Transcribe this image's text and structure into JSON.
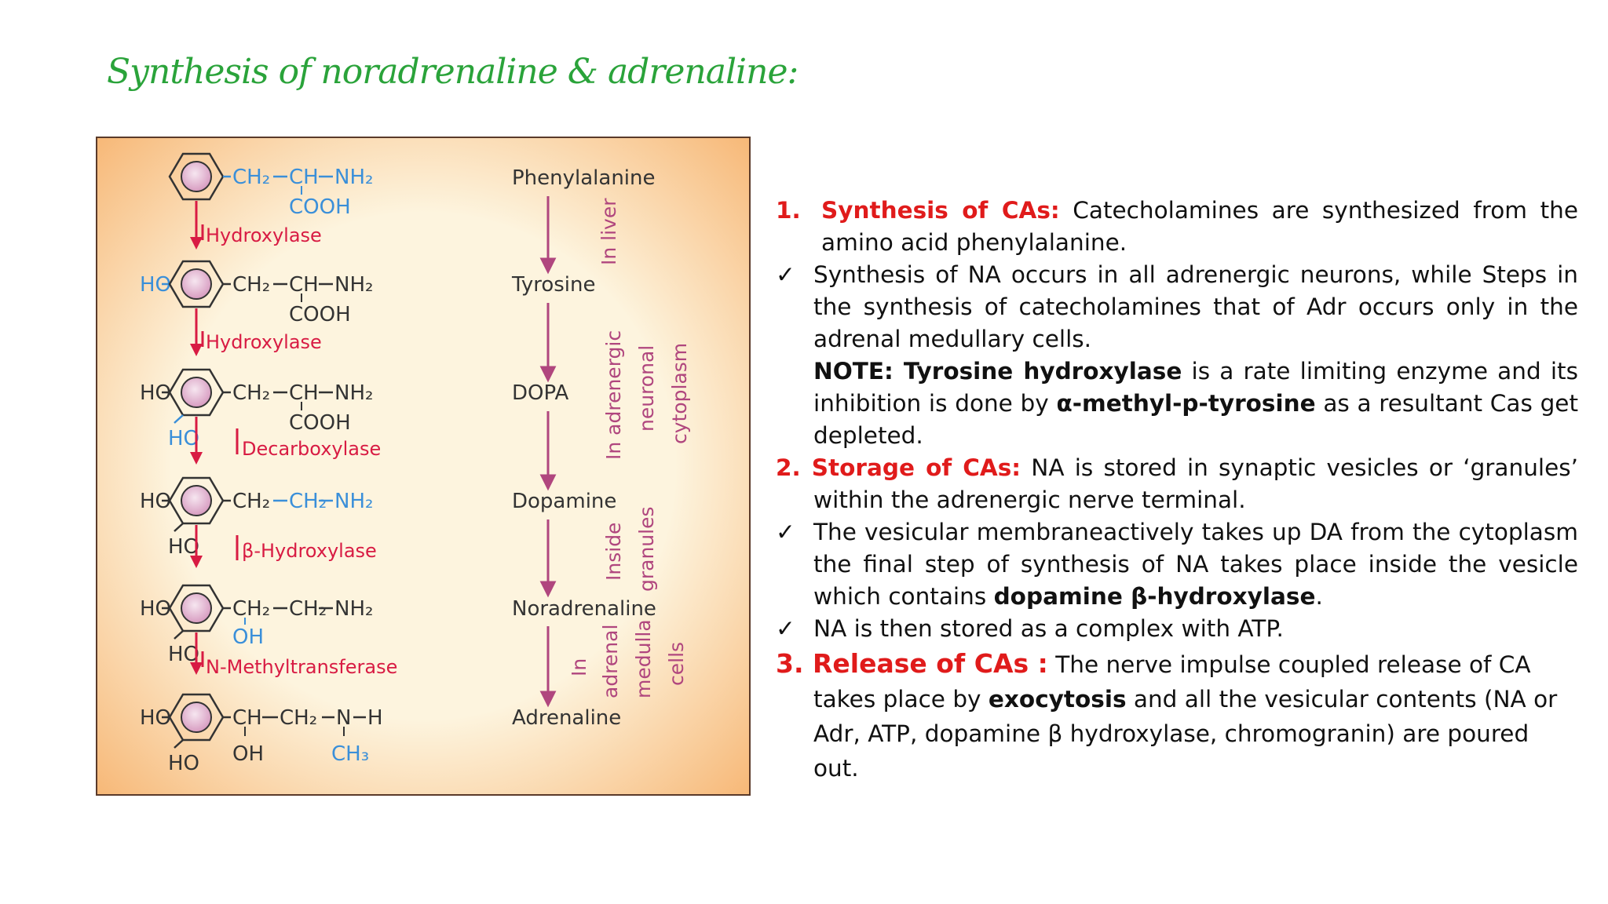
{
  "title": "Synthesis of noradrenaline & adrenaline:",
  "pathway": {
    "compounds": [
      "Phenylalanine",
      "Tyrosine",
      "DOPA",
      "Dopamine",
      "Noradrenaline",
      "Adrenaline"
    ],
    "enzymes": [
      "Hydroxylase",
      "Hydroxylase",
      "Decarboxylase",
      "β-Hydroxylase",
      "N-Methyltransferase"
    ],
    "locations": {
      "liver": "In liver",
      "cytoplasm": [
        "In adrenergic",
        "neuronal",
        "cytoplasm"
      ],
      "granules": [
        "Inside",
        "granules"
      ],
      "medulla": [
        "In",
        "adrenal",
        "medulla",
        "cells"
      ]
    },
    "groups": {
      "ho": "HO",
      "ch2": "CH₂",
      "ch": "CH",
      "nh2": "NH₂",
      "cooh": "COOH",
      "oh": "OH",
      "n": "N",
      "h": "H",
      "ch3": "CH₃"
    },
    "colors": {
      "red": "#d81b43",
      "blue": "#3a8fd9",
      "pink": "#b0467e",
      "panel": "#fcf3dc"
    }
  },
  "text": {
    "item1_num": "1.",
    "item1_head": "Synthesis of CAs:",
    "item1_body": " Catecholamines are synthesized from the amino acid phenylalanine.",
    "check_mark": "✓",
    "check1": "Synthesis of NA occurs in all adrenergic neurons, while Steps in the synthesis of catecholamines that of Adr occurs only in the adrenal medullary cells.",
    "note_head": "NOTE: Tyrosine hydroxylase",
    "note_mid": " is a rate limiting enzyme and its inhibition is done by ",
    "note_drug": "α-methyl-p-tyrosine",
    "note_tail": " as a resultant Cas get depleted.",
    "item2_head": "2. Storage of CAs:",
    "item2_body": " NA is stored in synaptic vesicles or ‘granules’ within the adrenergic nerve terminal.",
    "check2_body": "The vesicular membraneactively takes up DA from the cytoplasm the final step of synthesis of NA takes place inside the vesicle which contains ",
    "check2_bold": "dopamine β-hydroxylase",
    "check2_end": ".",
    "check3": "NA is then stored as a complex with ATP.",
    "item3_head": "3. Release of CAs :",
    "item3_body1": " The nerve impulse coupled release of CA takes place by ",
    "item3_bold": "exocytosis",
    "item3_body2": "  and all the vesicular contents (NA or Adr, ATP, dopamine β hydroxylase, chromogranin) are poured out."
  }
}
